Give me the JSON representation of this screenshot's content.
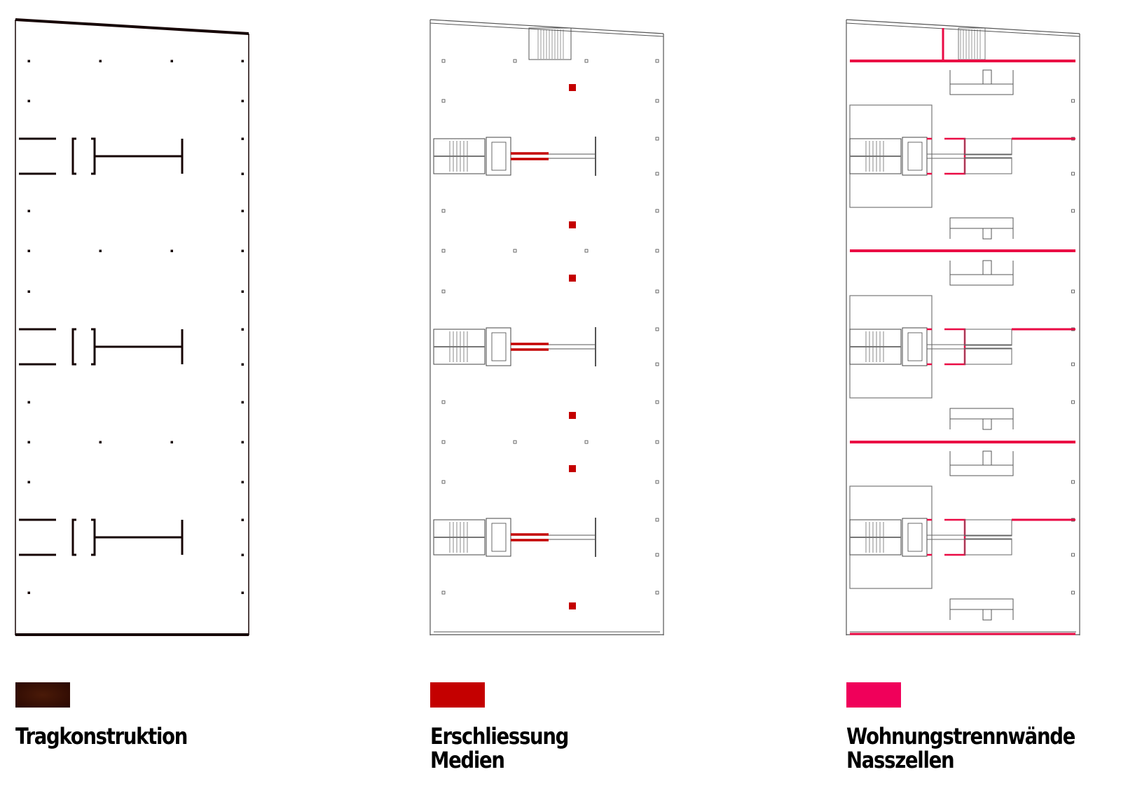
{
  "legend": [
    {
      "lines": [
        "Tragkonstruktion"
      ],
      "color": "#3a0d04"
    },
    {
      "lines": [
        "Erschliessung",
        "Medien"
      ],
      "color": "#c40000"
    },
    {
      "lines": [
        "Wohnungstrennwände",
        "Nasszellen"
      ],
      "color": "#f0005a"
    }
  ],
  "colors": {
    "structure": "#160404",
    "access": "#c40000",
    "partition": "#ea0a44",
    "line": "#555555"
  }
}
